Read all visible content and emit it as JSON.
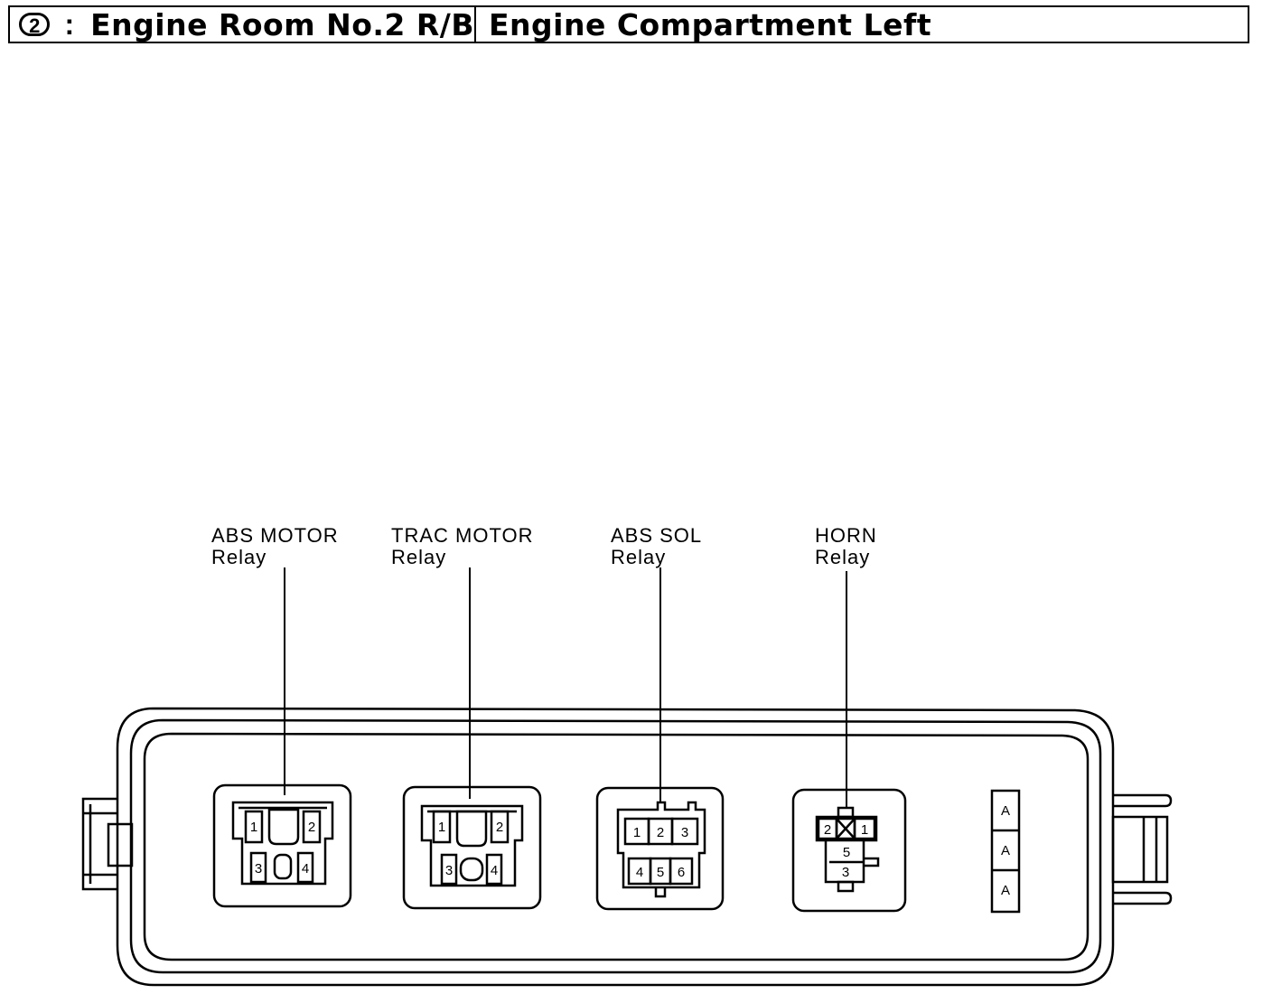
{
  "header": {
    "box_number": "2",
    "separator": ":",
    "box_name": "Engine Room No.2 R/B",
    "location": "Engine Compartment Left"
  },
  "relays": [
    {
      "name_line1": "ABS MOTOR",
      "name_line2": "Relay",
      "pins": [
        "1",
        "2",
        "3",
        "4"
      ]
    },
    {
      "name_line1": "TRAC MOTOR",
      "name_line2": "Relay",
      "pins": [
        "1",
        "2",
        "3",
        "4"
      ]
    },
    {
      "name_line1": "ABS SOL",
      "name_line2": "Relay",
      "pins": [
        "1",
        "2",
        "3",
        "4",
        "5",
        "6"
      ]
    },
    {
      "name_line1": "HORN",
      "name_line2": "Relay",
      "pins": [
        "2",
        "1",
        "5",
        "3"
      ]
    }
  ],
  "fuse_strip": {
    "labels": [
      "A",
      "A",
      "A"
    ]
  }
}
